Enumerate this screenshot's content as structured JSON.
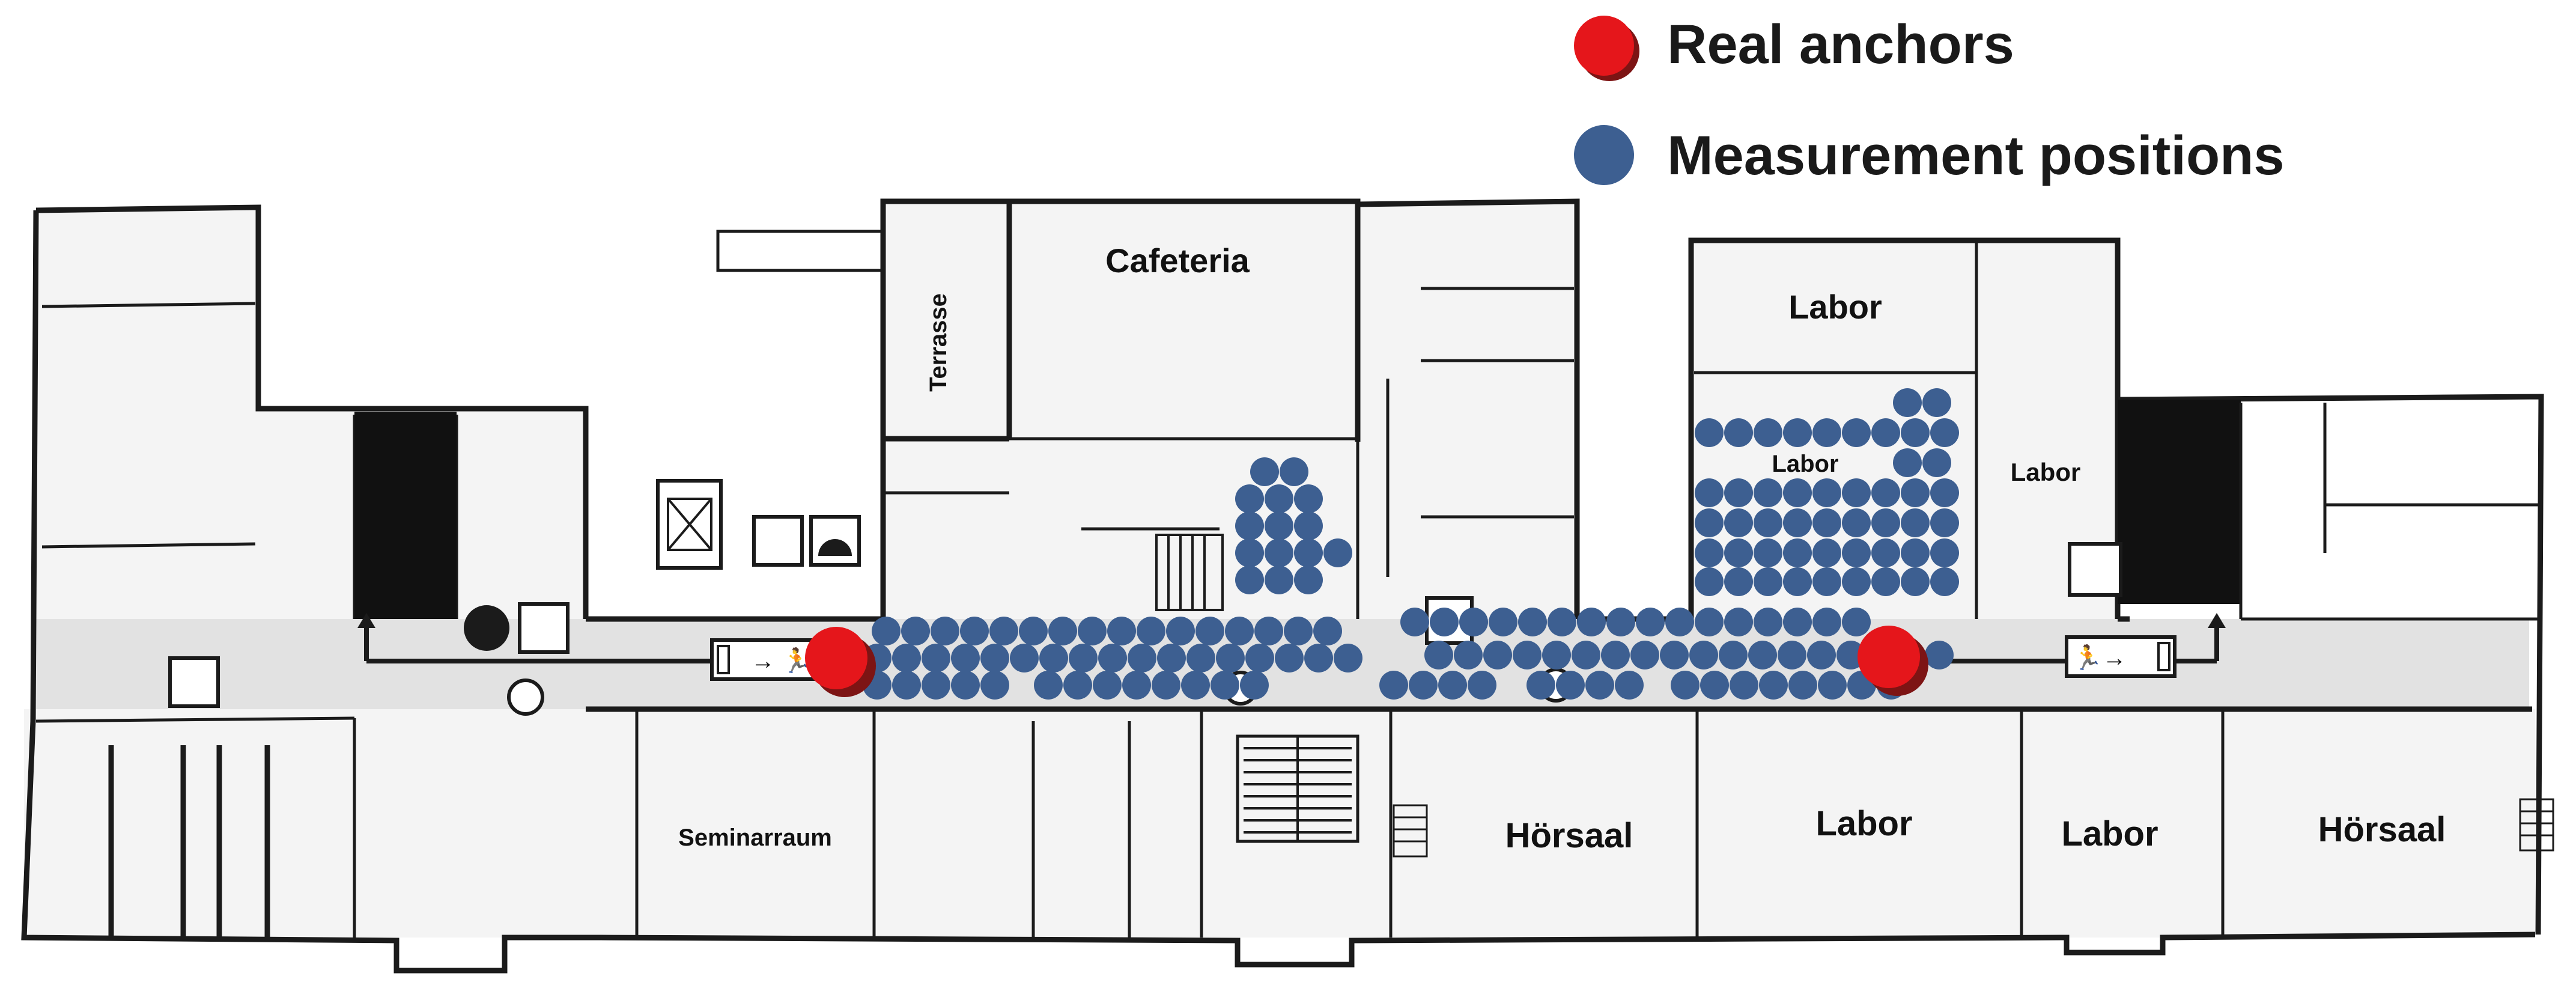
{
  "legend": {
    "anchor_label": "Real anchors",
    "measurement_label": "Measurement positions",
    "anchor_color": "#e5161b",
    "measurement_color": "#3d5f91"
  },
  "rooms": {
    "cafeteria": "Cafeteria",
    "terrasse": "Terrasse",
    "labor_top": "Labor",
    "labor_mid": "Labor",
    "labor_right": "Labor",
    "seminarraum": "Seminarraum",
    "hoersaal_center": "Hörsaal",
    "labor_bottom_center": "Labor",
    "labor_bottom_right": "Labor",
    "hoersaal_right": "Hörsaal"
  },
  "icons": {
    "exit_sign": "exit-sign-icon",
    "fire_hose": "fire-hose-icon",
    "first_aid": "first-aid-icon",
    "elevator": "elevator-icon",
    "staircase": "staircase-icon"
  }
}
